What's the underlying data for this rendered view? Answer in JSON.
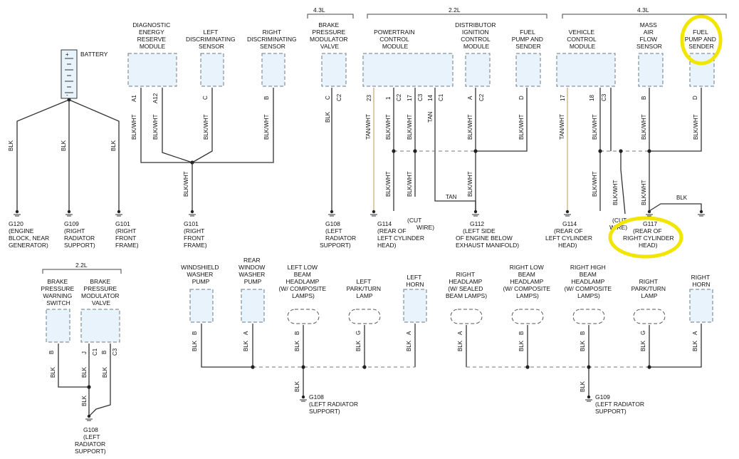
{
  "battery": {
    "label": "BATTERY",
    "plus": "+",
    "minus": "-"
  },
  "groups": {
    "left": "2.2L",
    "middle": "2.2L",
    "brake_top": "4.3L",
    "right": "4.3L"
  },
  "components": {
    "diag_energy": [
      "DIAGNOSTIC",
      "ENERGY",
      "RESERVE",
      "MODULE"
    ],
    "left_disc": [
      "LEFT",
      "DISCRIMINATING",
      "SENSOR"
    ],
    "right_disc": [
      "RIGHT",
      "DISCRIMINATING",
      "SENSOR"
    ],
    "brake_top": [
      "BRAKE",
      "PRESSURE",
      "MODULATOR",
      "VALVE"
    ],
    "pcm": [
      "POWERTRAIN",
      "CONTROL",
      "MODULE"
    ],
    "dist_ign": [
      "DISTRIBUTOR",
      "IGNITION",
      "CONTROL",
      "MODULE"
    ],
    "fuel_pump_mid": [
      "FUEL",
      "PUMP AND",
      "SENDER"
    ],
    "vcm": [
      "VEHICLE",
      "CONTROL",
      "MODULE"
    ],
    "maf": [
      "MASS",
      "AIR",
      "FLOW",
      "SENSOR"
    ],
    "fuel_pump_right": [
      "FUEL",
      "PUMP AND",
      "SENDER"
    ],
    "brake_warn": [
      "BRAKE",
      "PRESSURE",
      "WARNING",
      "SWITCH"
    ],
    "brake_bottom": [
      "BRAKE",
      "PRESSURE",
      "MODULATOR",
      "VALVE"
    ],
    "ws_washer": [
      "WINDSHIELD",
      "WASHER",
      "PUMP"
    ],
    "rear_washer": [
      "REAR",
      "WINDOW",
      "WASHER",
      "PUMP"
    ],
    "l_low_beam": [
      "LEFT LOW",
      "BEAM",
      "HEADLAMP",
      "(W/ COMPOSITE",
      "LAMPS)"
    ],
    "l_park": [
      "LEFT",
      "PARK/TURN",
      "LAMP"
    ],
    "l_horn": [
      "LEFT",
      "HORN"
    ],
    "r_headlamp": [
      "RIGHT",
      "HEADLAMP",
      "(W/ SEALED",
      "BEAM LAMPS)"
    ],
    "r_low_beam": [
      "RIGHT LOW",
      "BEAM",
      "HEADLAMP",
      "(W/ COMPOSITE",
      "LAMPS)"
    ],
    "r_high_beam": [
      "RIGHT HIGH",
      "BEAM",
      "HEADLAMP",
      "(W/ COMPOSITE",
      "LAMPS)"
    ],
    "r_park": [
      "RIGHT",
      "PARK/TURN",
      "LAMP"
    ],
    "r_horn": [
      "RIGHT",
      "HORN"
    ]
  },
  "pins": {
    "diag_a1": "A1",
    "diag_a12": "A12",
    "ldisc_c": "C",
    "rdisc_b": "B",
    "brake_c": "C",
    "brake_c2": "C2",
    "pcm_23": "23",
    "pcm_1": "1",
    "pcm_c2": "C2",
    "pcm_17": "17",
    "pcm_c3": "C3",
    "pcm_14": "14",
    "pcm_c1": "C1",
    "dist_a": "A",
    "dist_c2": "C2",
    "fuelm_d": "D",
    "vcm_17": "17",
    "vcm_18": "18",
    "vcm_c3": "C3",
    "maf_b": "B",
    "fuelr_d": "D",
    "bw_b": "B",
    "bb_j": "J",
    "bb_c1": "C1",
    "bb_b": "B",
    "bb_c3": "C3",
    "ws_b": "B",
    "rw_a": "A",
    "llb_b": "B",
    "lpk_g": "G",
    "lh_a": "A",
    "rhd_a": "A",
    "rlb_b": "B",
    "rhb_b": "B",
    "rpk_g": "G",
    "rh_a": "A"
  },
  "wires": {
    "blk": "BLK",
    "blk_wht": "BLK/WHT",
    "tan_wht": "TAN/WHT",
    "tan": "TAN",
    "cut_wire": [
      "(CUT",
      "WIRE)"
    ]
  },
  "grounds": {
    "g120": [
      "G120",
      "(ENGINE",
      "BLOCK, NEAR",
      "GENERATOR)"
    ],
    "g109_top": [
      "G109",
      "(RIGHT",
      "RADIATOR",
      "SUPPORT)"
    ],
    "g101_a": [
      "G101",
      "(RIGHT",
      "FRONT",
      "FRAME)"
    ],
    "g101_b": [
      "G101",
      "(RIGHT",
      "FRONT",
      "FRAME)"
    ],
    "g108_top": [
      "G108",
      "(LEFT",
      "RADIATOR",
      "SUPPORT)"
    ],
    "g114_mid": [
      "G114",
      "(REAR OF",
      "LEFT CYLINDER",
      "HEAD)"
    ],
    "g112": [
      "G112",
      "(LEFT SIDE",
      "OF ENGINE BELOW",
      "EXHAUST MANIFOLD)"
    ],
    "g114_right": [
      "G114",
      "(REAR OF",
      "LEFT CYLINDER",
      "HEAD)"
    ],
    "g117": [
      "G117",
      "(REAR OF",
      "RIGHT CYLINDER",
      "HEAD)"
    ],
    "g108_bl": [
      "G108",
      "(LEFT",
      "RADIATOR",
      "SUPPORT)"
    ],
    "g108_bm": [
      "G108",
      "(LEFT RADIATOR",
      "SUPPORT)"
    ],
    "g109_bm": [
      "G109",
      "(LEFT RADIATOR",
      "SUPPORT)"
    ]
  },
  "highlight_color": "#f2e600"
}
